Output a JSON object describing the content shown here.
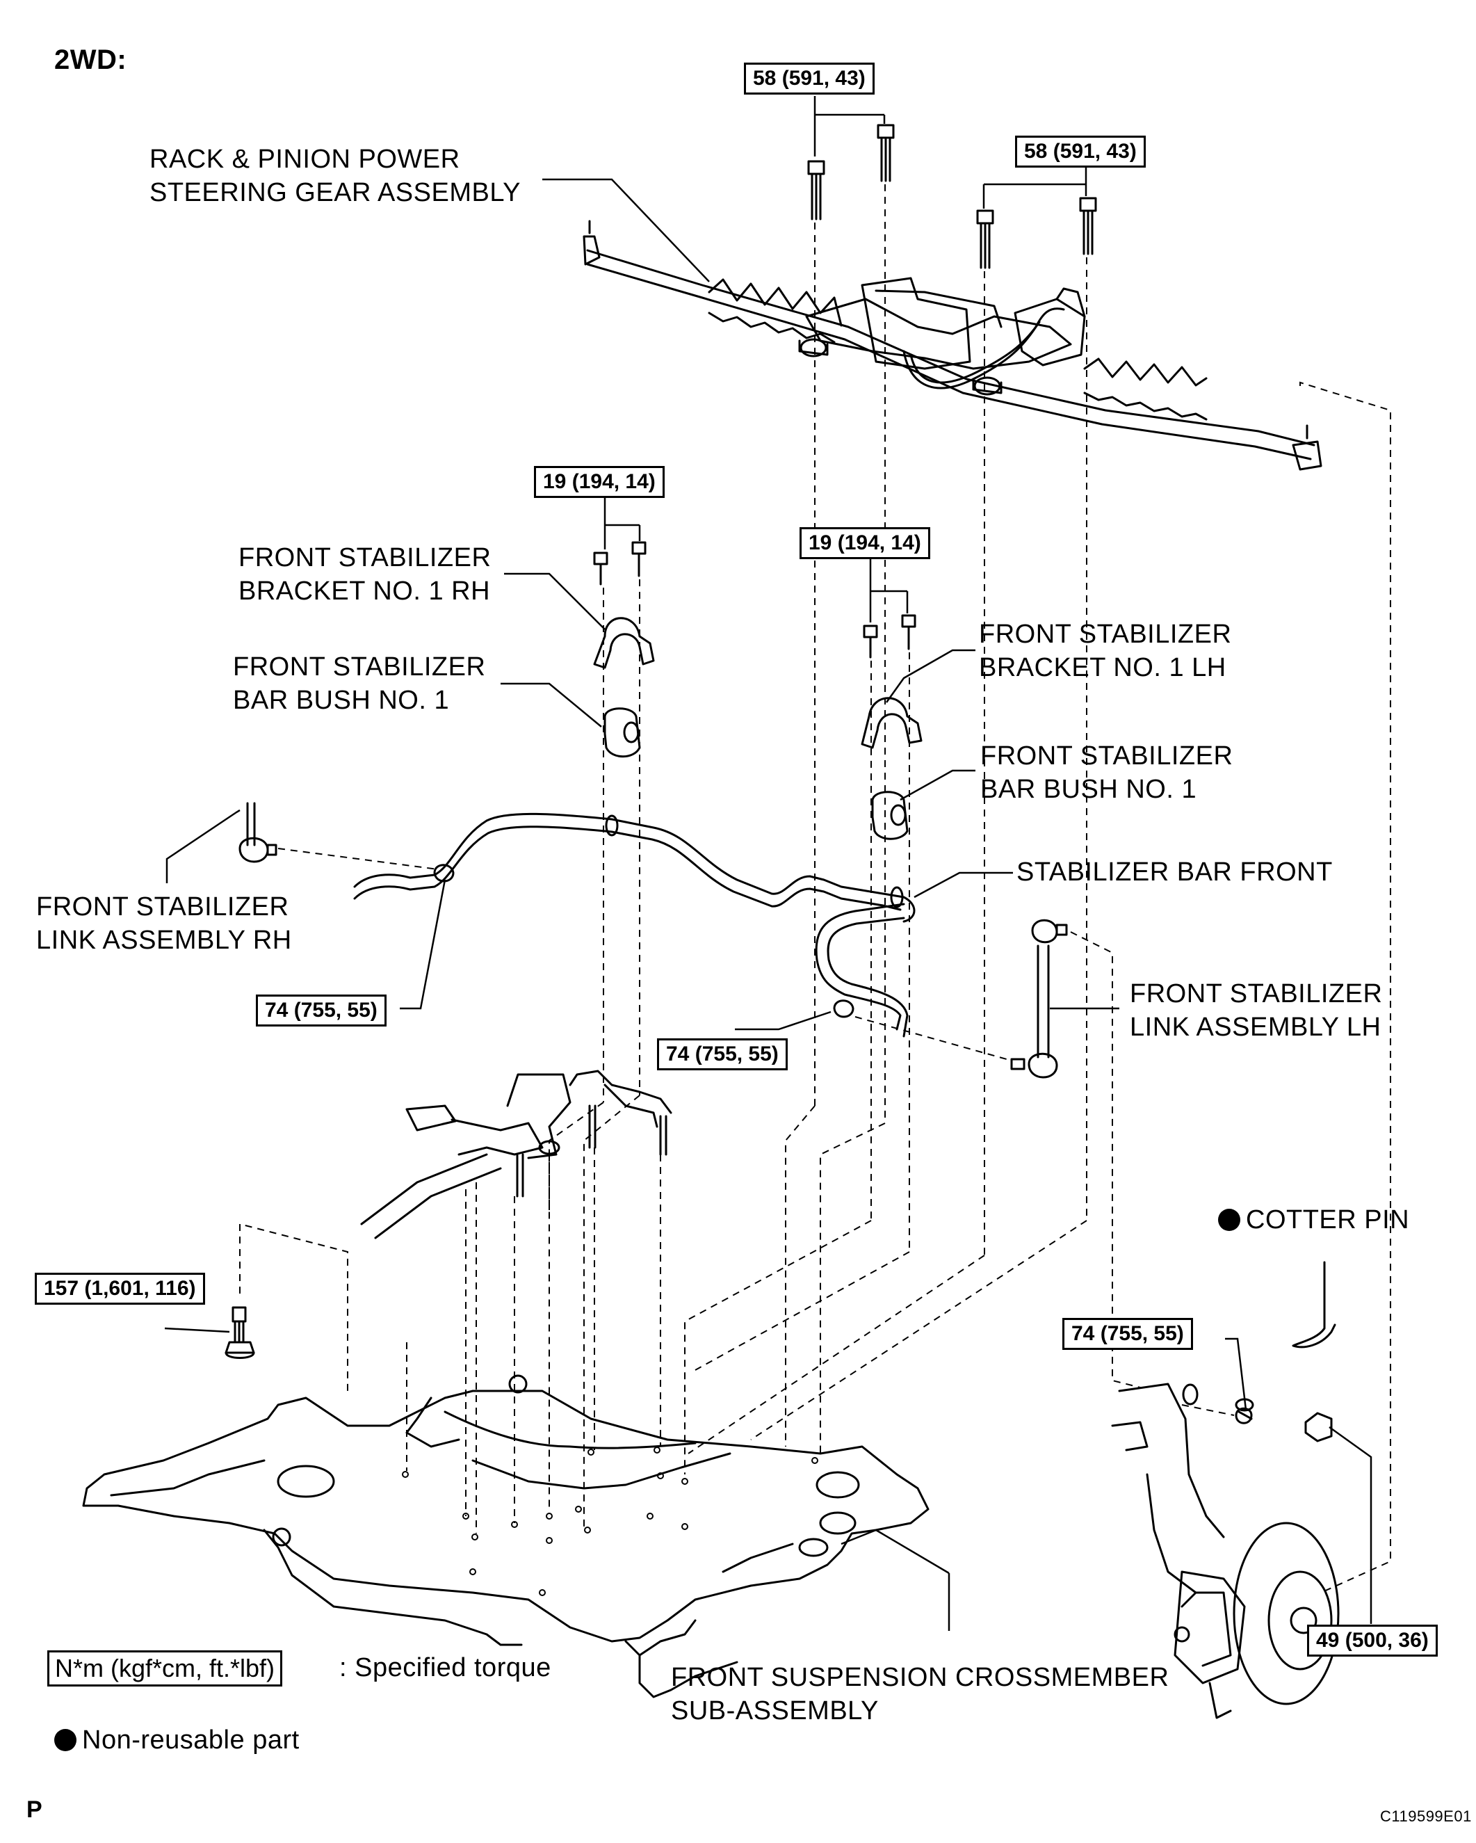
{
  "header": {
    "title": "2WD:"
  },
  "parts": {
    "steering_gear": "RACK & PINION POWER\nSTEERING GEAR ASSEMBLY",
    "bracket_rh": "FRONT STABILIZER\nBRACKET NO. 1 RH",
    "bush_rh": "FRONT STABILIZER\nBAR BUSH NO. 1",
    "bracket_lh": "FRONT STABILIZER\nBRACKET NO. 1 LH",
    "bush_lh": "FRONT STABILIZER\nBAR BUSH NO. 1",
    "stabilizer_bar": "STABILIZER BAR FRONT",
    "link_rh": "FRONT STABILIZER\nLINK ASSEMBLY RH",
    "link_lh": "FRONT STABILIZER\nLINK ASSEMBLY LH",
    "cotter_pin": "COTTER PIN",
    "crossmember": "FRONT SUSPENSION CROSSMEMBER\nSUB-ASSEMBLY"
  },
  "torques": {
    "steering_bolts_left": "58 (591, 43)",
    "steering_bolts_right": "58 (591, 43)",
    "bracket_rh_bolts": "19 (194, 14)",
    "bracket_lh_bolts": "19 (194, 14)",
    "link_rh_nut": "74 (755, 55)",
    "link_lh_nut": "74 (755, 55)",
    "crossmember_bolt": "157 (1,601, 116)",
    "knuckle_link_nut": "74 (755, 55)",
    "tie_rod_nut": "49 (500, 36)"
  },
  "legend": {
    "torque_units": "N*m (kgf*cm, ft.*lbf)",
    "torque_desc": ": Specified torque",
    "non_reusable": "Non-reusable part"
  },
  "footer": {
    "page_mark": "P",
    "figure_code": "C119599E01"
  }
}
